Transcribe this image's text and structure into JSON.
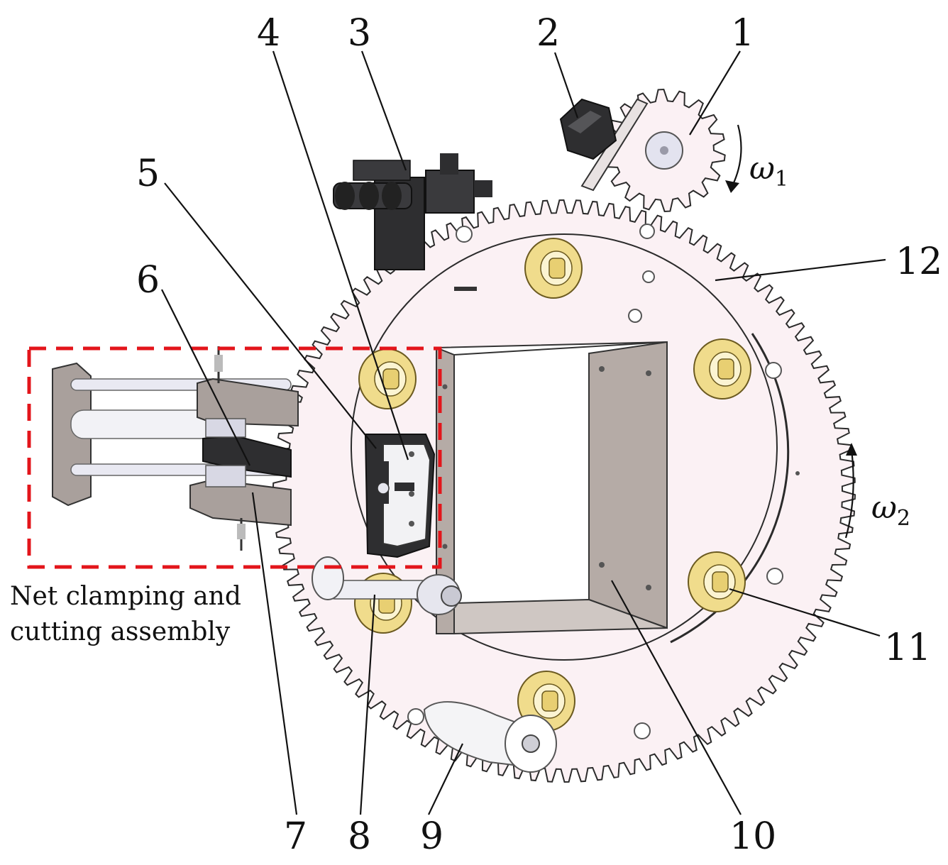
{
  "callouts": {
    "c1": "1",
    "c2": "2",
    "c3": "3",
    "c4": "4",
    "c5": "5",
    "c6": "6",
    "c7": "7",
    "c8": "8",
    "c9": "9",
    "c10": "10",
    "c11": "11",
    "c12": "12"
  },
  "rotation": {
    "omega1_symbol": "ω",
    "omega1_sub": "1",
    "omega2_symbol": "ω",
    "omega2_sub": "2"
  },
  "assembly_caption": {
    "line1": "Net clamping and",
    "line2": "cutting assembly"
  },
  "colors": {
    "ring_fill": "#fbf1f4",
    "roller_fill": "#f0dc8c",
    "frame_fill": "#b5aba6",
    "highlight_box": "#e3151b",
    "dark_part": "#2e2e30"
  }
}
